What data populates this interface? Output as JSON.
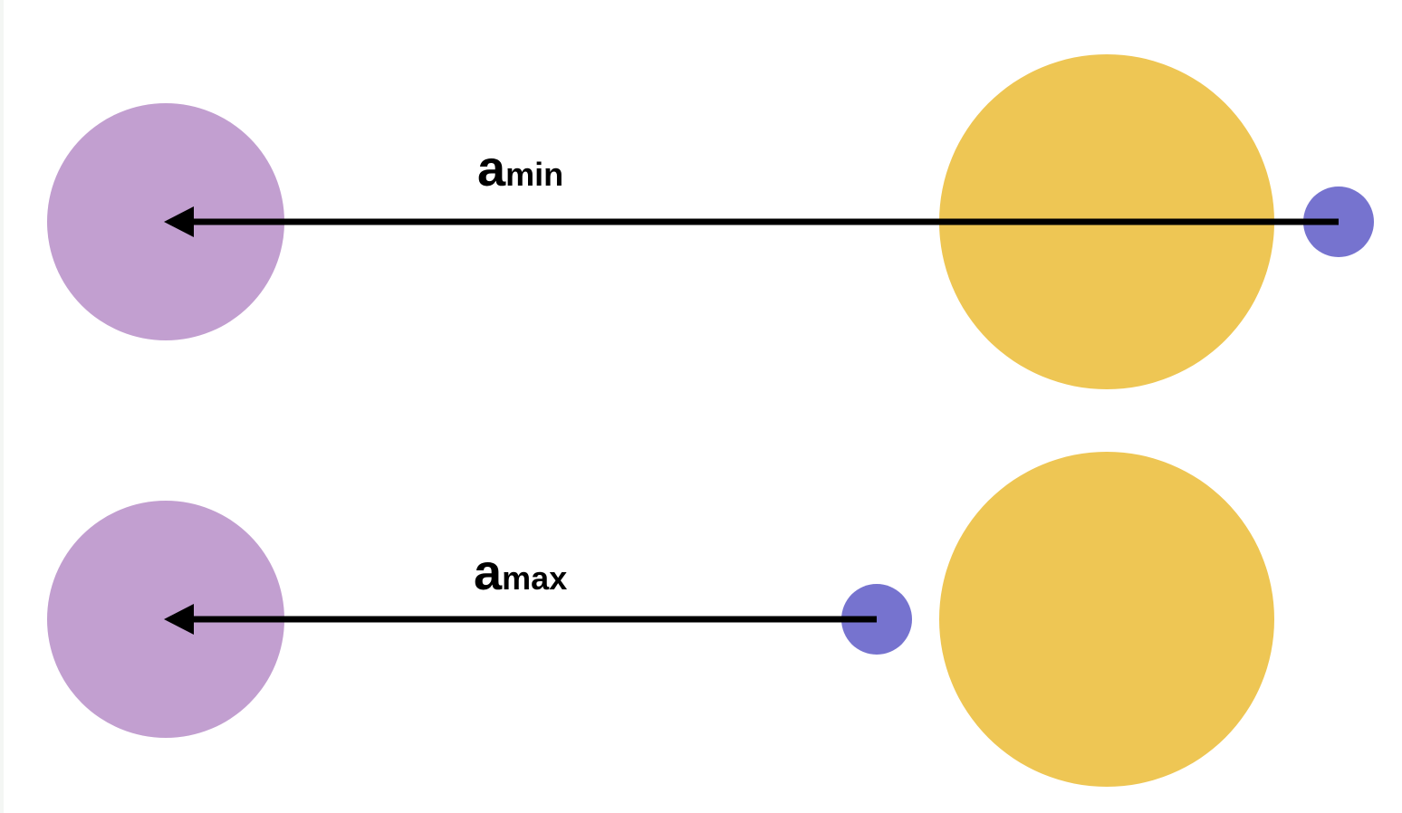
{
  "colors": {
    "purple_body": "#c29fd0",
    "yellow_body": "#eec654",
    "blue_body": "#7673cf",
    "arrow": "#000000"
  },
  "top_panel": {
    "label_main": "a",
    "label_sub": "min"
  },
  "bottom_panel": {
    "label_main": "a",
    "label_sub": "max"
  }
}
